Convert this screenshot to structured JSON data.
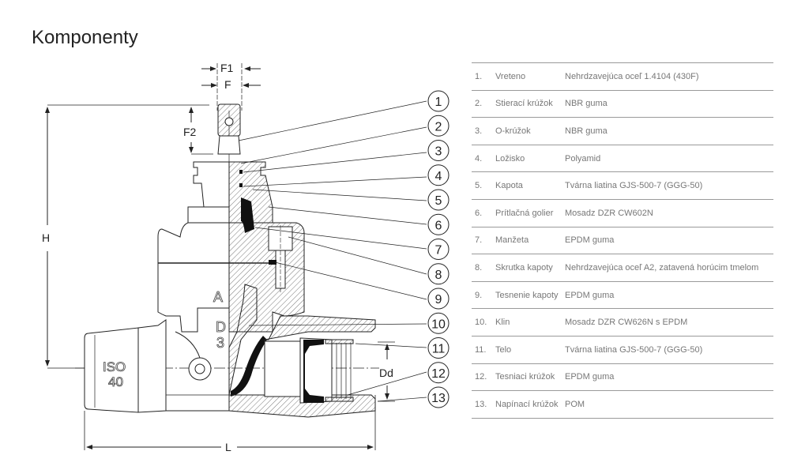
{
  "page": {
    "title": "Komponenty"
  },
  "diagram": {
    "dimension_labels": {
      "F1": "F1",
      "F": "F",
      "F2": "F2",
      "H": "H",
      "L": "L",
      "Dd": "Dd"
    },
    "body_markings": {
      "logo": "A",
      "line1": "D",
      "line2": "3",
      "iso_line1": "ISO",
      "iso_line2": "40"
    },
    "callouts": [
      "1",
      "2",
      "3",
      "4",
      "5",
      "6",
      "7",
      "8",
      "9",
      "10",
      "11",
      "12",
      "13"
    ]
  },
  "components": [
    {
      "num": "1.",
      "name": "Vreteno",
      "material": "Nehrdzavejúca oceľ 1.4104 (430F)"
    },
    {
      "num": "2.",
      "name": "Stierací krúžok",
      "material": "NBR guma"
    },
    {
      "num": "3.",
      "name": "O-krúžok",
      "material": "NBR guma"
    },
    {
      "num": "4.",
      "name": "Ložisko",
      "material": "Polyamid"
    },
    {
      "num": "5.",
      "name": "Kapota",
      "material": "Tvárna liatina GJS-500-7 (GGG-50)"
    },
    {
      "num": "6.",
      "name": "Prítlačná golier",
      "material": "Mosadz DZR CW602N"
    },
    {
      "num": "7.",
      "name": "Manžeta",
      "material": "EPDM guma"
    },
    {
      "num": "8.",
      "name": "Skrutka kapoty",
      "material": "Nehrdzavejúca oceľ A2, zatavená horúcim tmelom"
    },
    {
      "num": "9.",
      "name": "Tesnenie kapoty",
      "material": "EPDM guma"
    },
    {
      "num": "10.",
      "name": "Klin",
      "material": "Mosadz DZR CW626N s EPDM"
    },
    {
      "num": "11.",
      "name": "Telo",
      "material": "Tvárna liatina GJS-500-7 (GGG-50)"
    },
    {
      "num": "12.",
      "name": "Tesniaci krúžok",
      "material": "EPDM guma"
    },
    {
      "num": "13.",
      "name": "Napínací krúžok",
      "material": "POM"
    }
  ]
}
